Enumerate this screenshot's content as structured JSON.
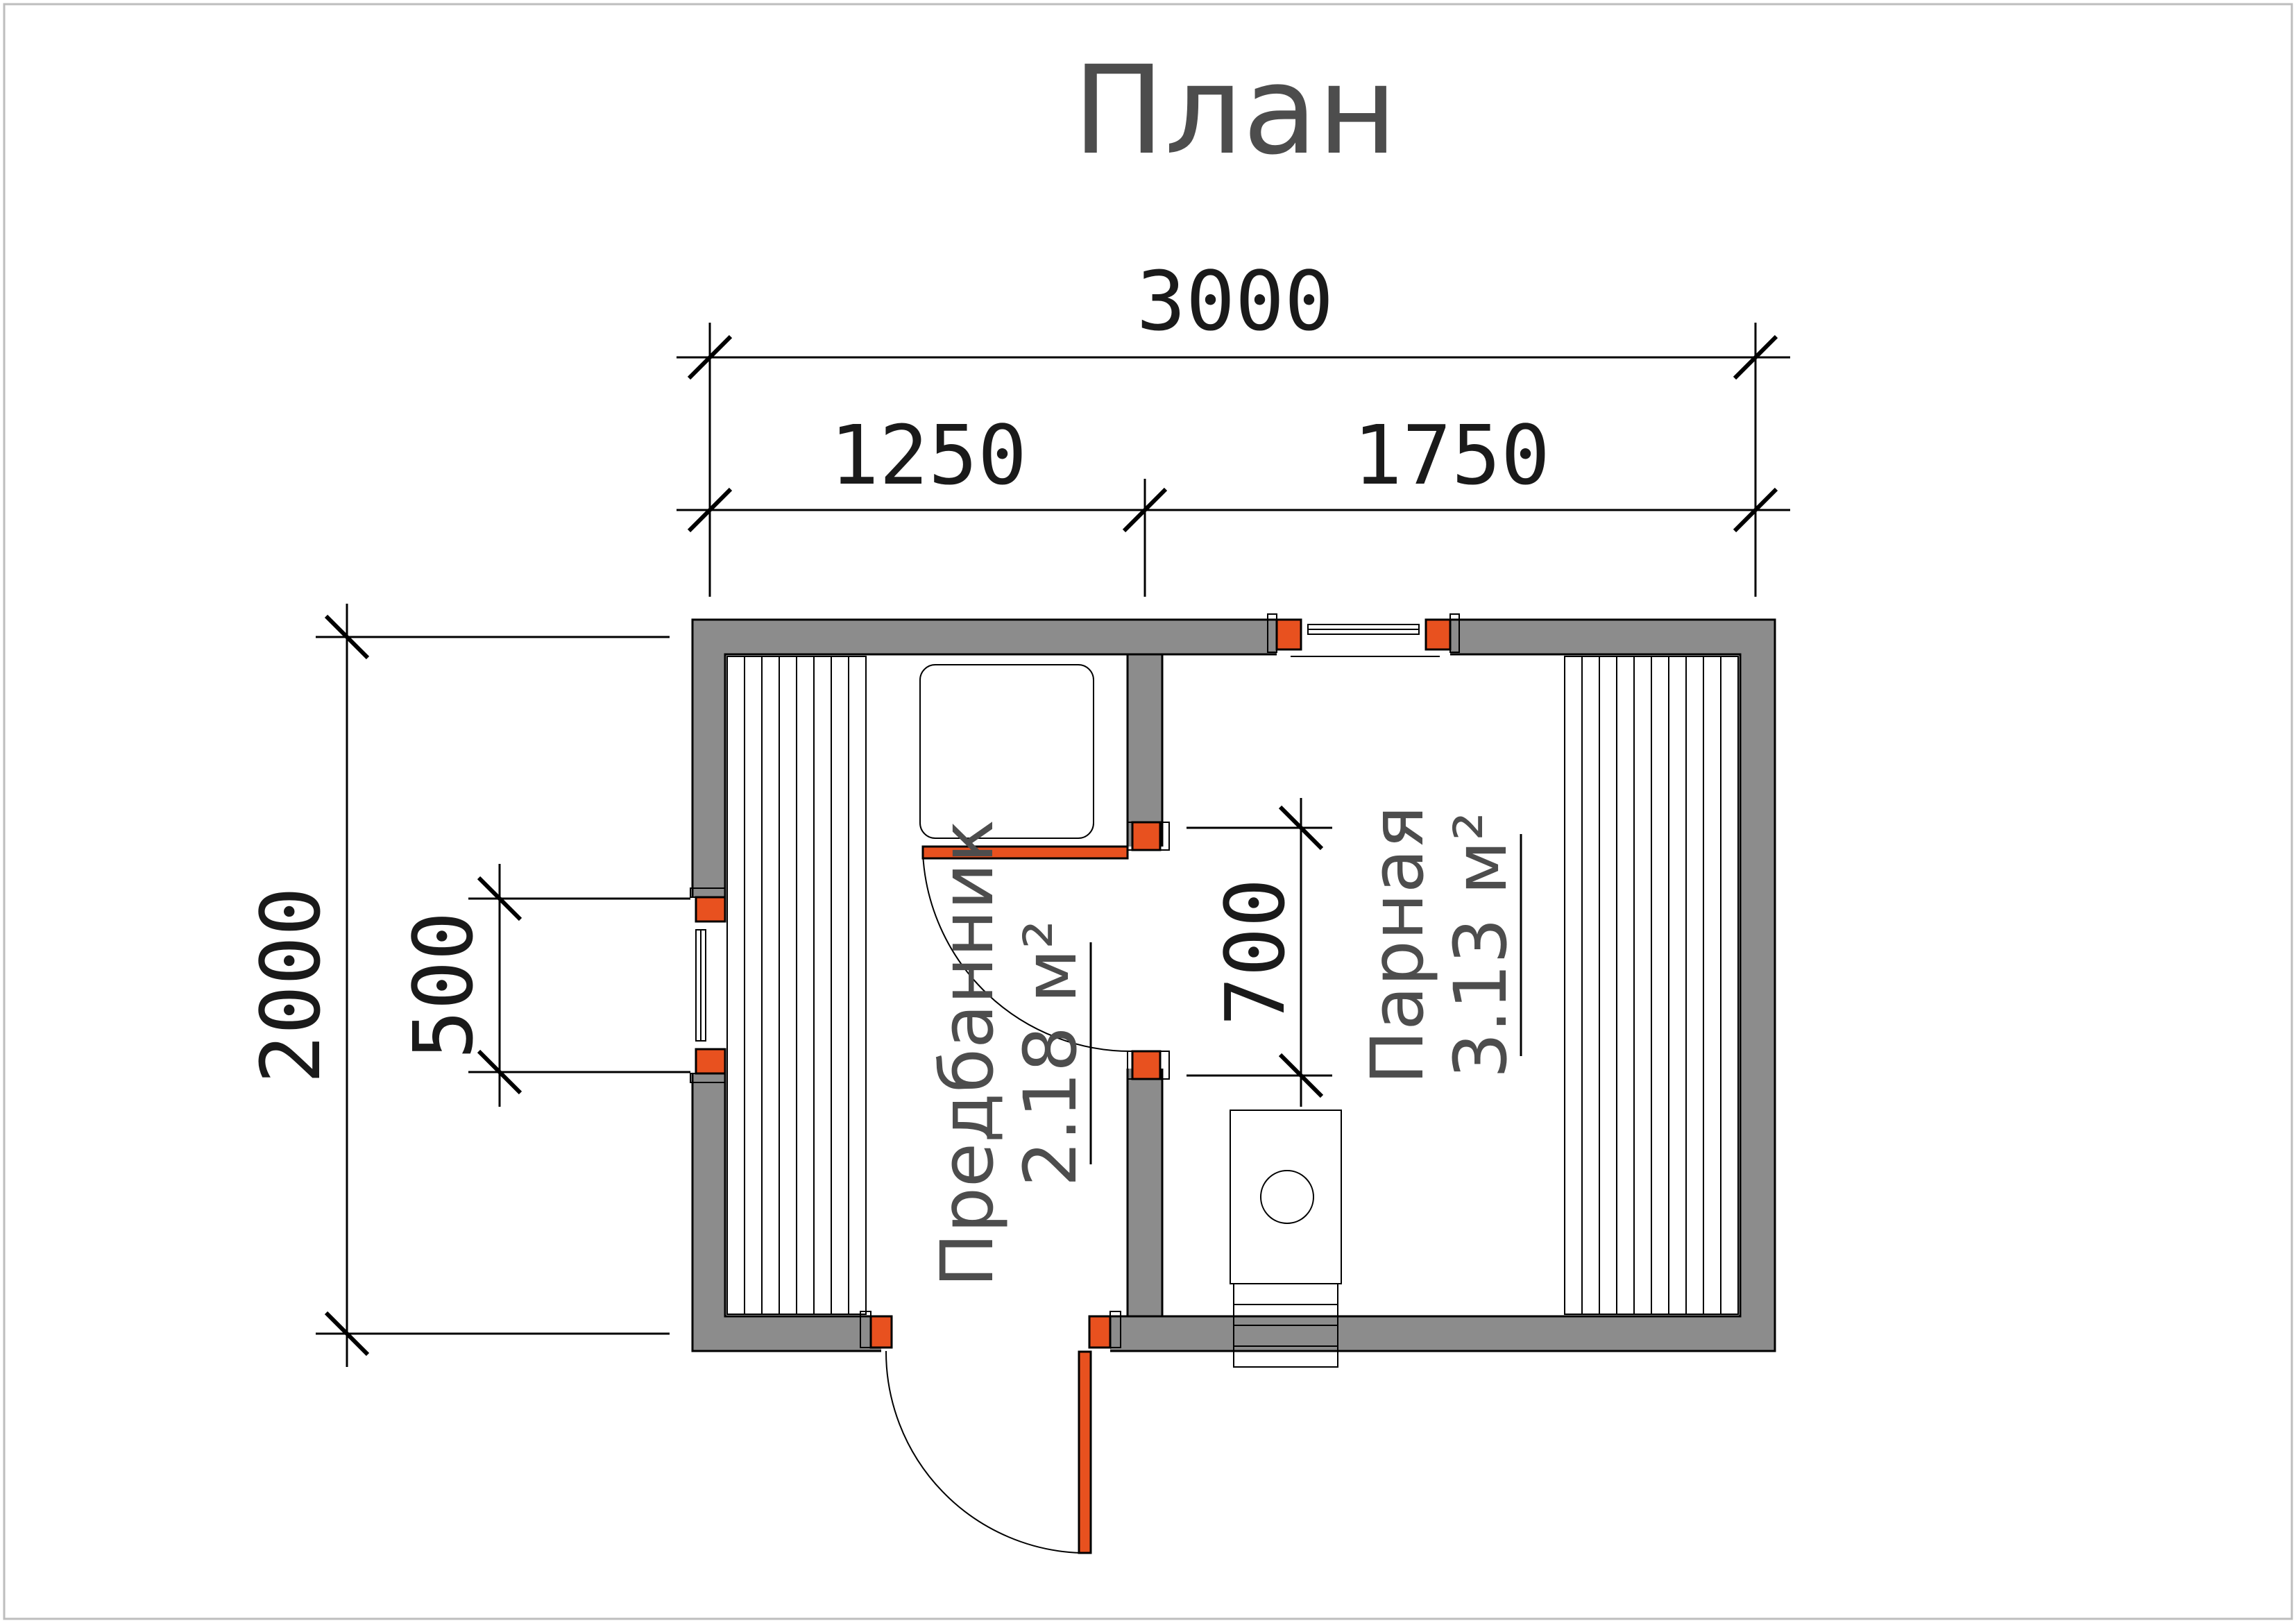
{
  "title": "План",
  "dimensions": {
    "total_width": "3000",
    "left_width": "1250",
    "right_width": "1750",
    "height": "2000",
    "window_width": "500",
    "door_width": "700"
  },
  "rooms": {
    "dressing": {
      "name": "Предбанник",
      "area": "2.18 м²"
    },
    "steam": {
      "name": "Парная",
      "area": "3.13 м²"
    }
  },
  "colors": {
    "wall": "#8c8c8c",
    "frame": "#e8511f",
    "text": "#4d4d4d"
  }
}
